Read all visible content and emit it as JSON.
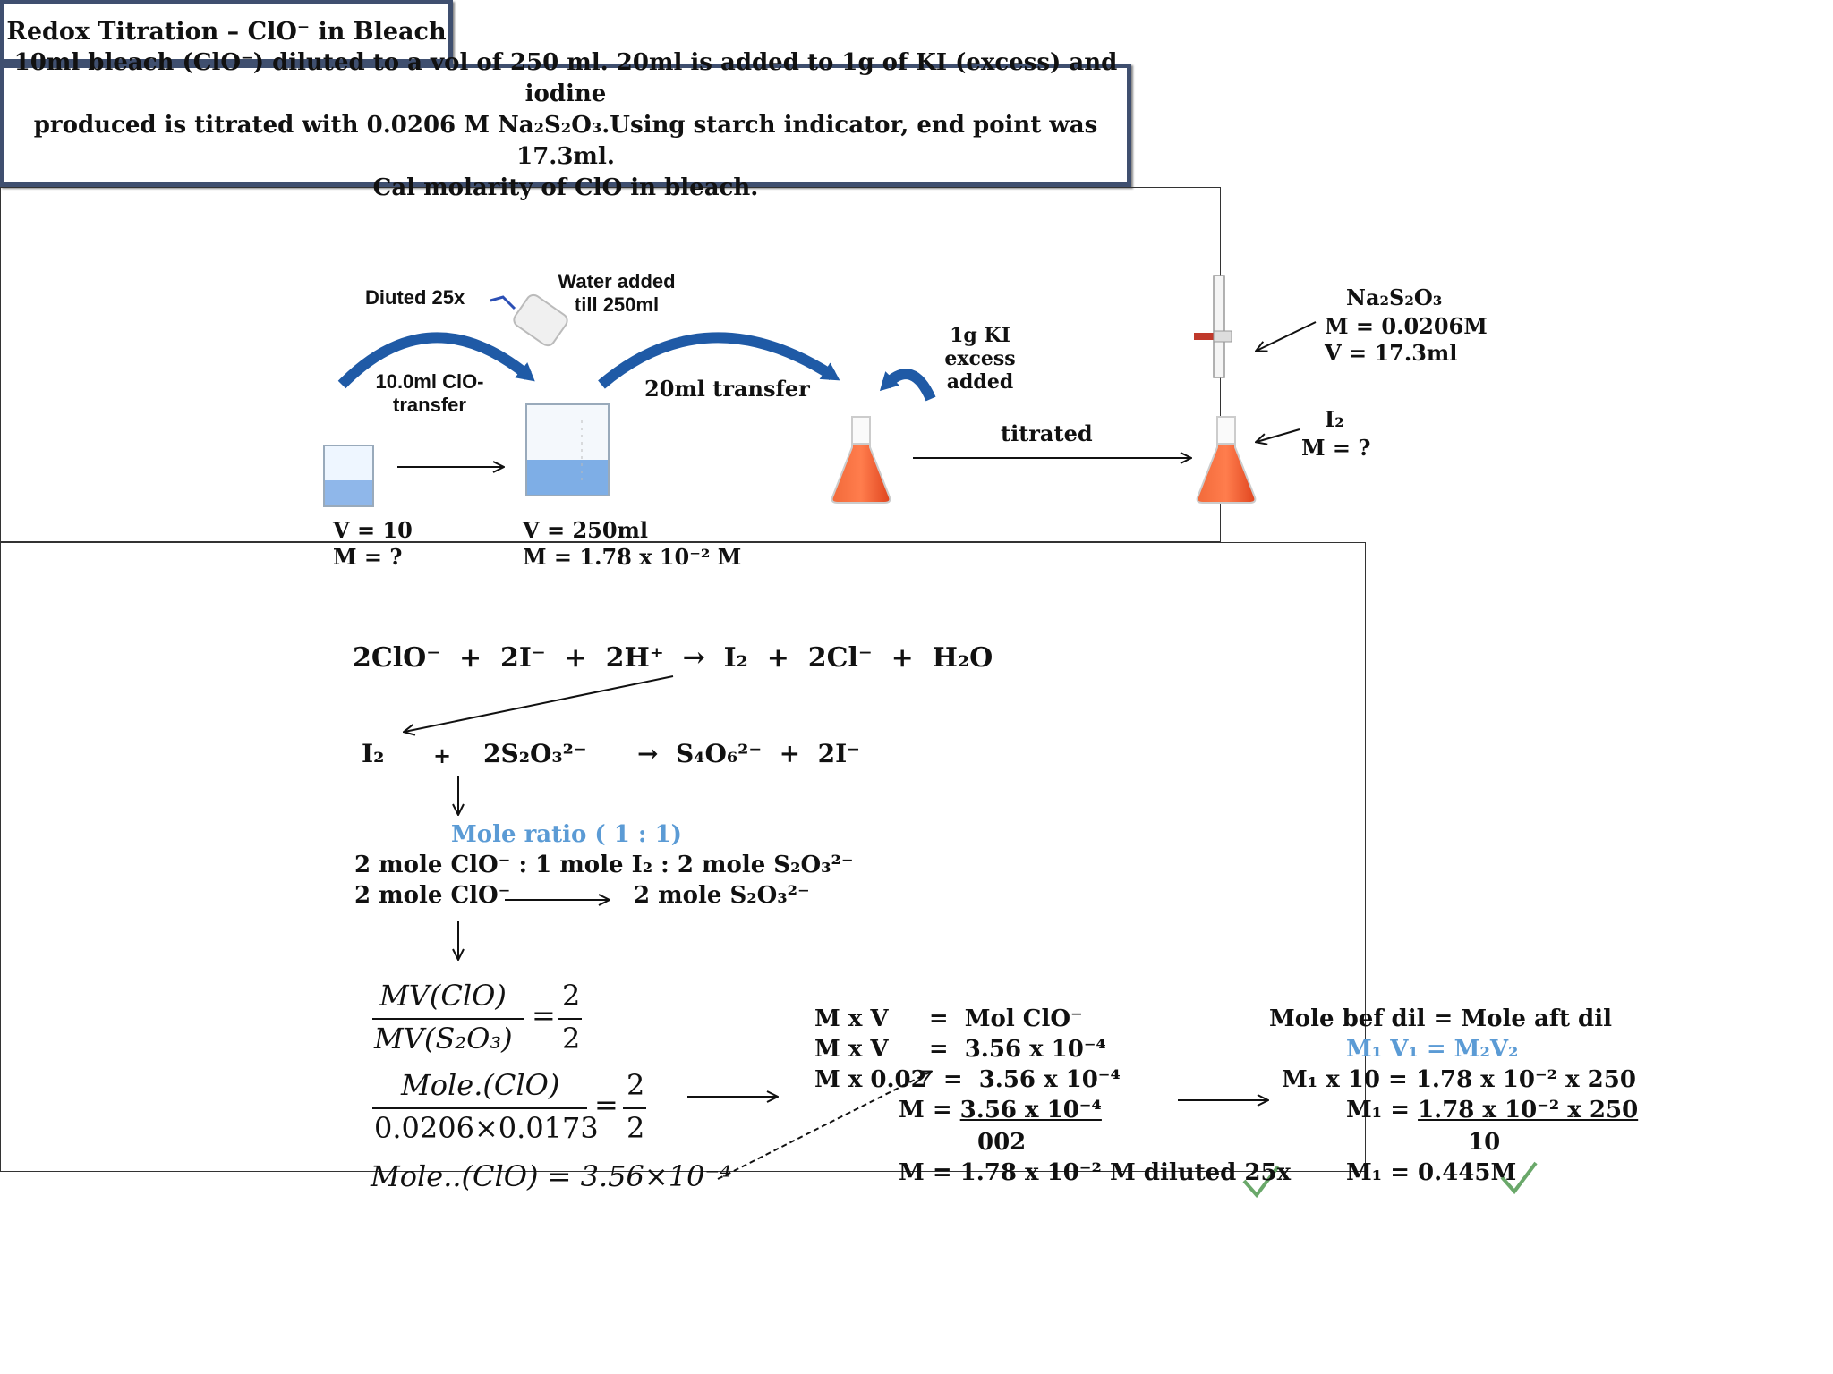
{
  "title": "Redox Titration – ClO⁻ in Bleach",
  "problem": {
    "line1": "10ml bleach (ClO⁻) diluted to a vol of 250 ml. 20ml is added to 1g of KI (excess) and iodine",
    "line2": "produced is titrated with 0.0206 M Na₂S₂O₃.Using starch indicator, end point was 17.3ml.",
    "line3": "Cal molarity of ClO in bleach."
  },
  "diagram": {
    "diluted_label": "Diuted 25x",
    "water_label1": "Water added",
    "water_label2": "till 250ml",
    "transfer_label1": "10.0ml ClO-",
    "transfer_label2": "transfer",
    "transfer20_label": "20ml transfer",
    "ki_label1": "1g KI excess",
    "ki_label2": "added",
    "titrated_label": "titrated",
    "beaker1_v": "V = 10",
    "beaker1_m": "M = ?",
    "beaker2_v": "V = 250ml",
    "beaker2_m": "M = 1.78 x 10⁻² M",
    "burette_formula": "Na₂S₂O₃",
    "burette_m": "M = 0.0206M",
    "burette_v": "V  = 17.3ml",
    "flask_i2": "I₂",
    "flask_m": "M = ?"
  },
  "calc": {
    "eq1": "2ClO⁻  +  2I⁻  +  2H⁺  →  I₂  +  2Cl⁻  +  H₂O",
    "eq2_left": "I₂",
    "eq2_plus": "+",
    "eq2_mid": "2S₂O₃²⁻",
    "eq2_right": "→  S₄O₆²⁻  +  2I⁻",
    "mole_ratio": "Mole ratio ( 1 : 1)",
    "ratio_line1": "2 mole ClO⁻ : 1 mole I₂ : 2 mole S₂O₃²⁻",
    "ratio_line2_left": "2 mole ClO⁻",
    "ratio_line2_right": "2 mole S₂O₃²⁻",
    "f1_num": "MV(ClO)",
    "f1_den": "MV(S₂O₃)",
    "f1_rhs_num": "2",
    "f1_rhs_den": "2",
    "f2_num": "Mole.(ClO)",
    "f2_den": "0.0206×0.0173",
    "f2_rhs_num": "2",
    "f2_rhs_den": "2",
    "f3": "Mole..(ClO) = 3.56×10⁻⁴",
    "mid1": "M x V     =  Mol ClO⁻",
    "mid2": "M x V     =  3.56 x 10⁻⁴",
    "mid3": "M x 0.02  =  3.56 x 10⁻⁴",
    "mid4_a": "M = ",
    "mid4_b": "3.56 x 10⁻⁴",
    "mid5": "002",
    "mid6": "M = 1.78 x 10⁻² M diluted 25x",
    "right1": "Mole bef dil = Mole aft dil",
    "right2": "M₁ V₁ = M₂V₂",
    "right3": "M₁ x 10 = 1.78 x 10⁻² x 250",
    "right4_a": "M₁ = ",
    "right4_b": "1.78 x 10⁻² x 250",
    "right5": "10",
    "right6": "M₁ = 0.445M"
  },
  "colors": {
    "accent_blue": "#5b9bd5",
    "arc_blue": "#1f5aa6",
    "flask_orange": "#f05a28",
    "check_green": "#6aa86a"
  }
}
